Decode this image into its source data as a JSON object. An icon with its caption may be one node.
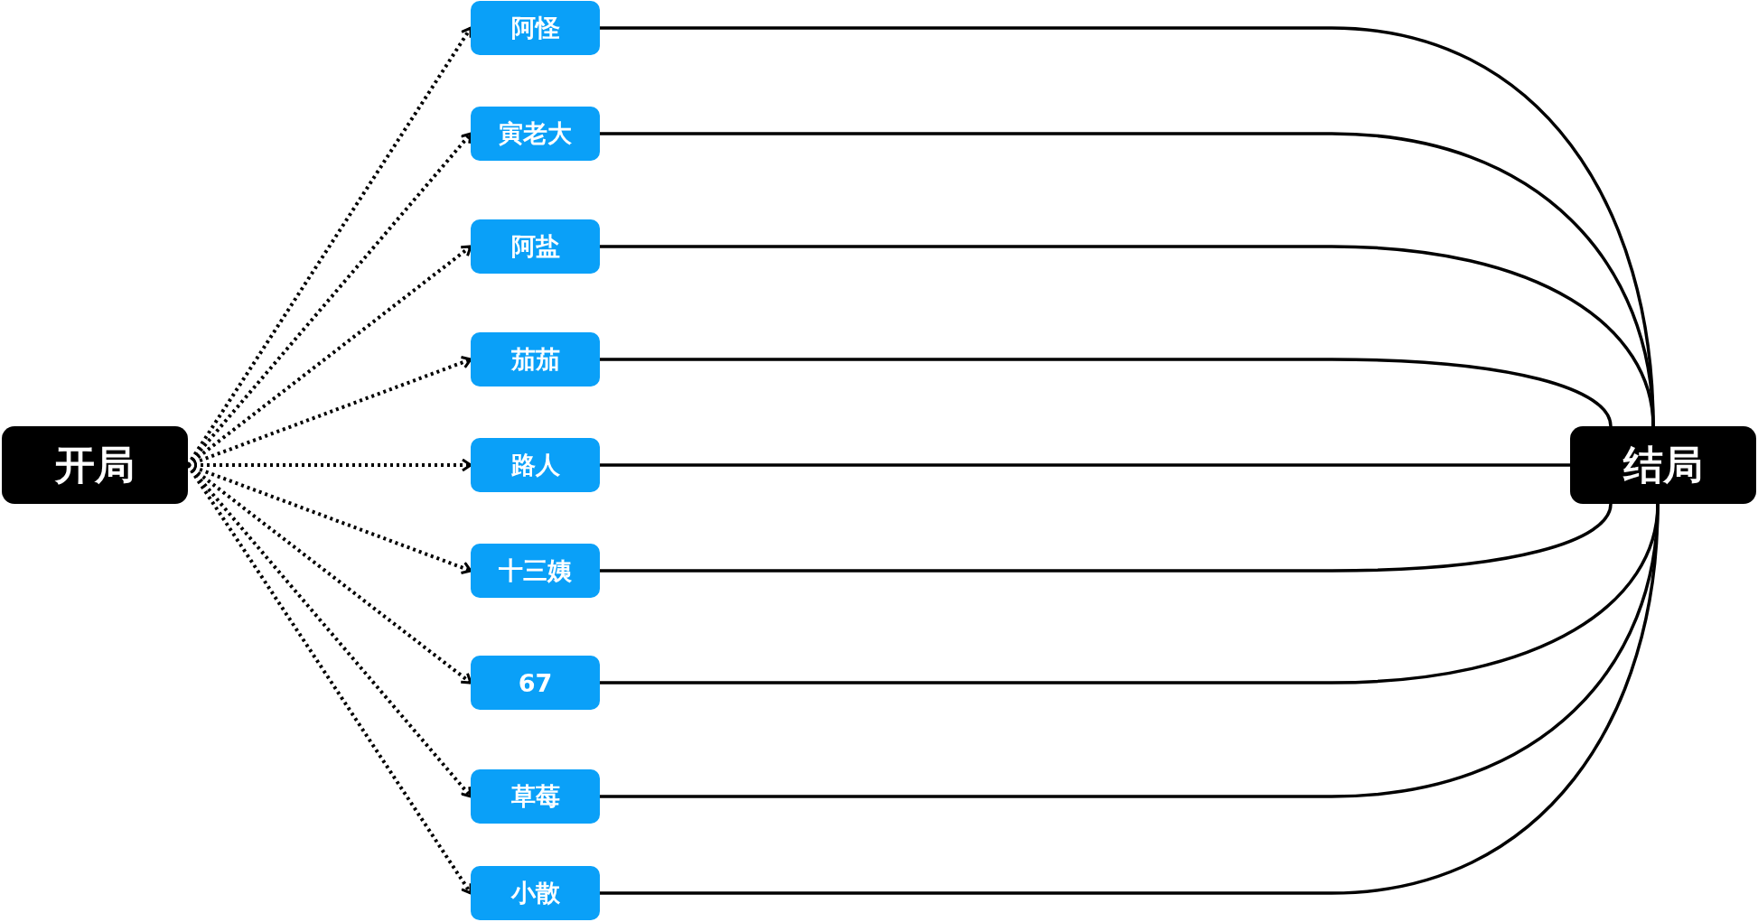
{
  "diagram": {
    "nodes": [
      {
        "text": [
          "开局"
        ]
      },
      {
        "text": [
          "阿怪"
        ]
      },
      {
        "text": [
          "寅老大"
        ]
      },
      {
        "text": [
          "阿盐"
        ]
      },
      {
        "text": [
          "茄茄"
        ]
      },
      {
        "text": [
          "路人"
        ]
      },
      {
        "text": [
          "十三姨"
        ]
      },
      {
        "text": [
          "67"
        ]
      },
      {
        "text": [
          "草莓"
        ]
      },
      {
        "text": [
          "小散"
        ]
      },
      {
        "text": [
          "结局"
        ]
      }
    ],
    "edges": [
      {
        "from": 0,
        "to": 1,
        "arrow": "to",
        "style": "dashed"
      },
      {
        "from": 0,
        "to": 2,
        "arrow": "to",
        "style": "dashed"
      },
      {
        "from": 0,
        "to": 3,
        "arrow": "to",
        "style": "dashed"
      },
      {
        "from": 0,
        "to": 4,
        "arrow": "to",
        "style": "dashed"
      },
      {
        "from": 0,
        "to": 5,
        "arrow": "to",
        "style": "dashed"
      },
      {
        "from": 0,
        "to": 6,
        "arrow": "to",
        "style": "dashed"
      },
      {
        "from": 0,
        "to": 7,
        "arrow": "to",
        "style": "dashed"
      },
      {
        "from": 0,
        "to": 8,
        "arrow": "to",
        "style": "dashed"
      },
      {
        "from": 0,
        "to": 9,
        "arrow": "to",
        "style": "dashed"
      },
      {
        "from": 1,
        "to": 10,
        "arrow": "none"
      },
      {
        "from": 2,
        "to": 10,
        "arrow": "none"
      },
      {
        "from": 3,
        "to": 10,
        "arrow": "none"
      },
      {
        "from": 4,
        "to": 10,
        "arrow": "none"
      },
      {
        "from": 5,
        "to": 10,
        "arrow": "none"
      },
      {
        "from": 6,
        "to": 10,
        "arrow": "none"
      },
      {
        "from": 7,
        "to": 10,
        "arrow": "none"
      },
      {
        "from": 8,
        "to": 10,
        "arrow": "none"
      },
      {
        "from": 9,
        "to": 10,
        "arrow": "none"
      }
    ]
  }
}
